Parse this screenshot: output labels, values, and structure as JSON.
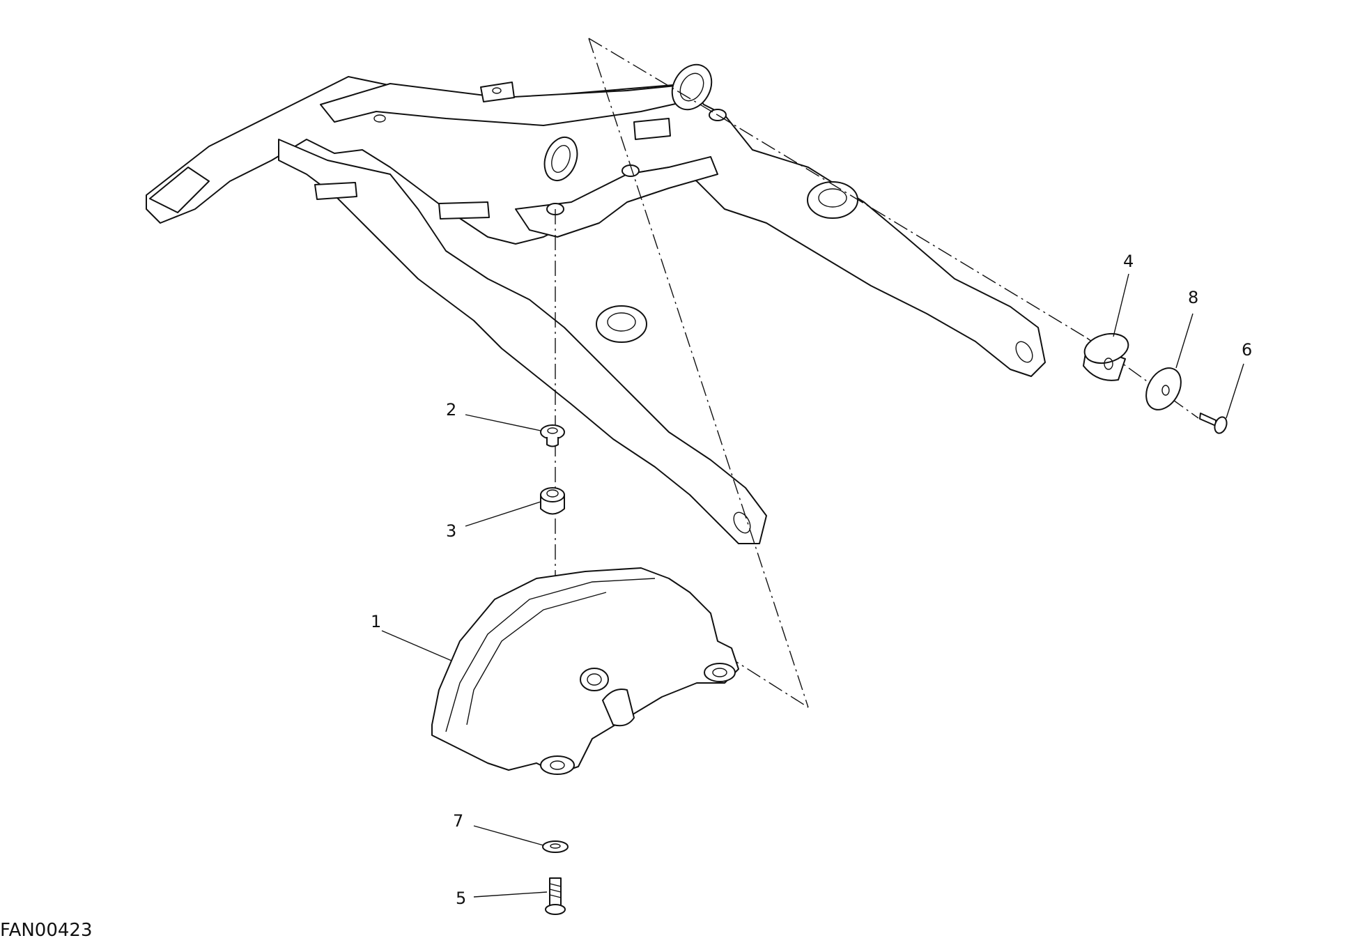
{
  "drawing_code": "FAN00423",
  "callouts": {
    "c1": "1",
    "c2": "2",
    "c3": "3",
    "c4": "4",
    "c5": "5",
    "c6": "6",
    "c7": "7",
    "c8": "8"
  }
}
